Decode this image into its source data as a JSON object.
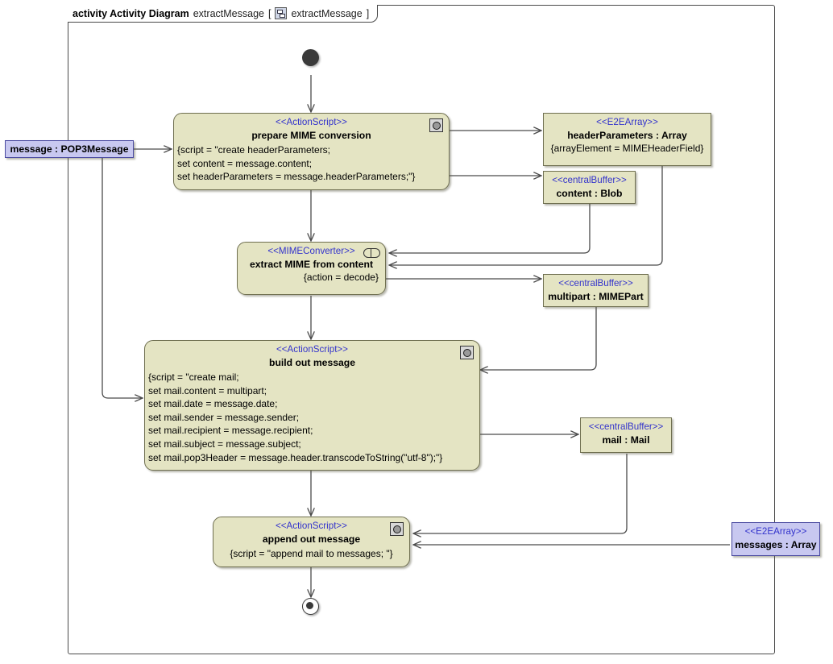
{
  "frame": {
    "keyword": "activity Activity Diagram",
    "name": "extractMessage",
    "bracket_open": "[",
    "bracket_close": "]",
    "inner_name": "extractMessage",
    "icon": "diagram-icon"
  },
  "colors": {
    "node_fill": "#e4e4c3",
    "node_border": "#6f6f50",
    "pin_fill": "#c8c8f0",
    "pin_border": "#4a4aa0",
    "stereotype_text": "#3333cc",
    "edge": "#4a4a4a",
    "frame_border": "#4a4a4a"
  },
  "pins": {
    "message": {
      "name": "message : POP3Message"
    },
    "messages": {
      "stereotype": "<<E2EArray>>",
      "name": "messages : Array"
    }
  },
  "actions": {
    "prepare": {
      "stereotype": "<<ActionScript>>",
      "name": "prepare MIME conversion",
      "script_lines": [
        "{script = \"create headerParameters;",
        "set content = message.content;",
        "set headerParameters = message.headerParameters;\"}"
      ],
      "icon": "gear-icon"
    },
    "extract": {
      "stereotype": "<<MIMEConverter>>",
      "name": "extract MIME from content",
      "constraint": "{action = decode}",
      "icon": "behavior-pill-icon"
    },
    "build": {
      "stereotype": "<<ActionScript>>",
      "name": "build out message",
      "script_lines": [
        "{script = \"create mail;",
        "set mail.content = multipart;",
        "set mail.date = message.date;",
        "set mail.sender = message.sender;",
        "set mail.recipient = message.recipient;",
        "set mail.subject = message.subject;",
        "set mail.pop3Header = message.header.transcodeToString(\"utf-8\");\"}"
      ],
      "icon": "gear-icon"
    },
    "append": {
      "stereotype": "<<ActionScript>>",
      "name": "append out message",
      "script": "{script = \"append mail to messages; \"}",
      "icon": "gear-icon"
    }
  },
  "objects": {
    "headerParameters": {
      "stereotype": "<<E2EArray>>",
      "name": "headerParameters : Array",
      "constraint": "{arrayElement = MIMEHeaderField}"
    },
    "content": {
      "stereotype": "<<centralBuffer>>",
      "name": "content : Blob"
    },
    "multipart": {
      "stereotype": "<<centralBuffer>>",
      "name": "multipart : MIMEPart"
    },
    "mail": {
      "stereotype": "<<centralBuffer>>",
      "name": "mail : Mail"
    }
  },
  "control_nodes": {
    "initial": "initial-node",
    "final": "activity-final-node"
  }
}
